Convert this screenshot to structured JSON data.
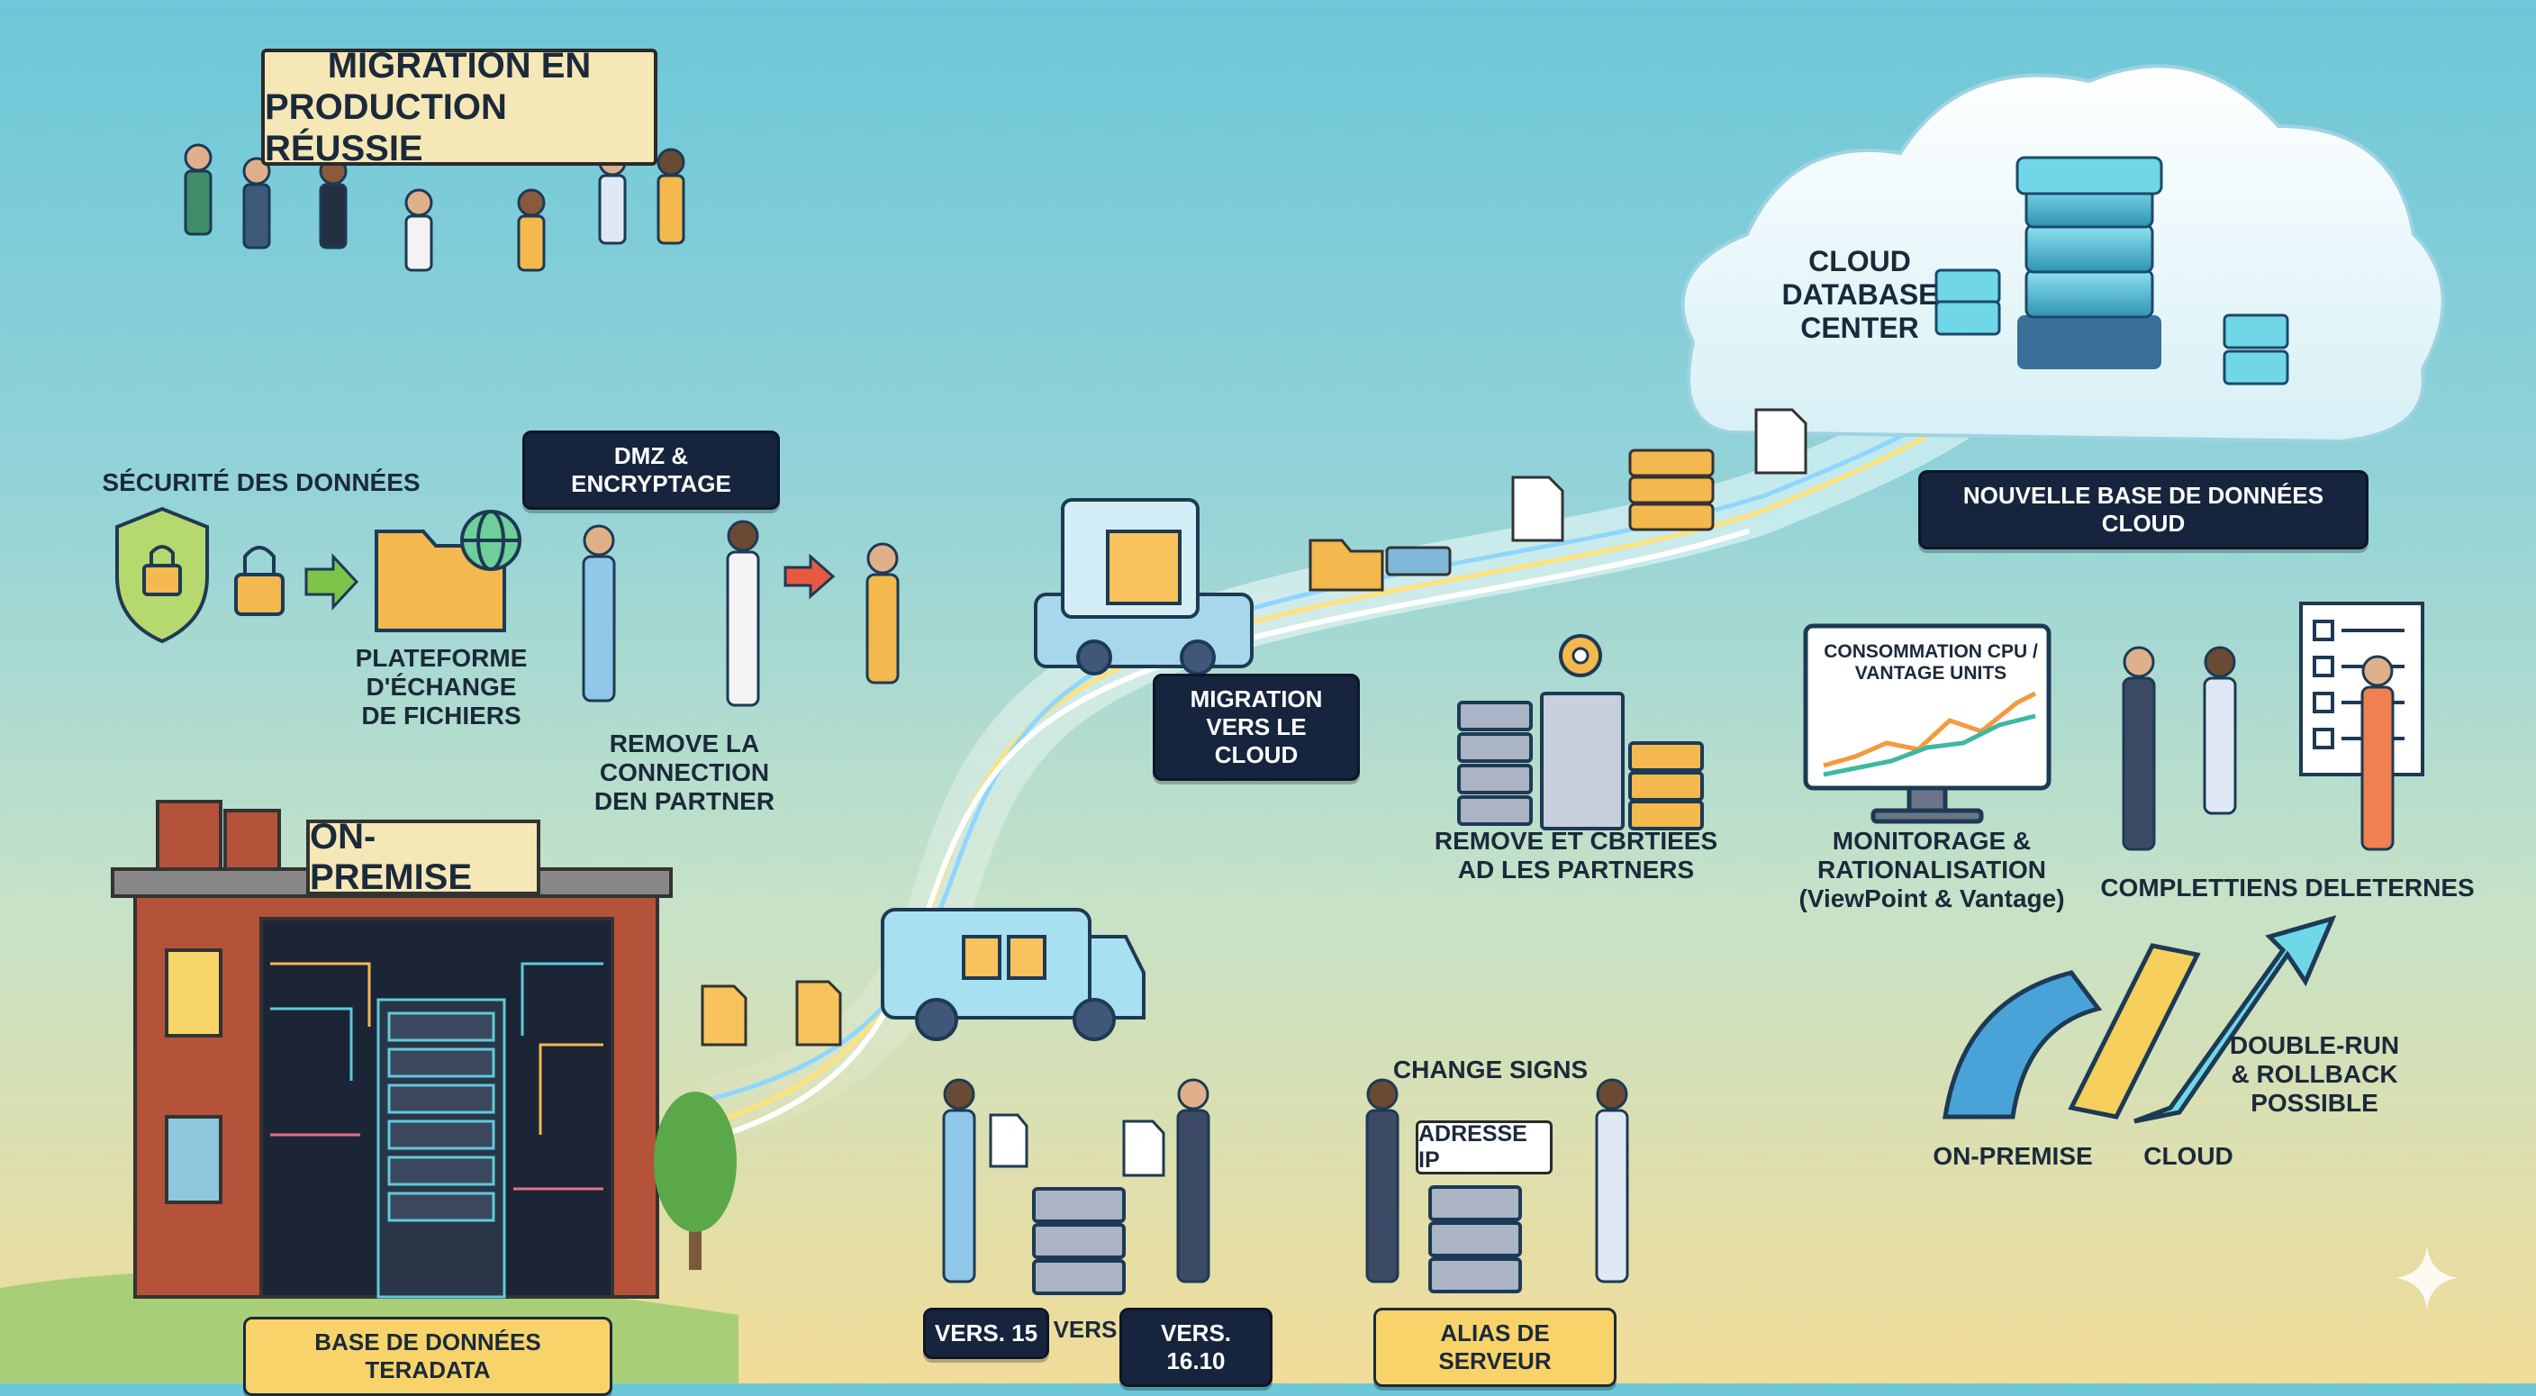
{
  "banner": {
    "line1": "MIGRATION EN",
    "line2": "PRODUCTION RÉUSSIE"
  },
  "security": {
    "title": "SÉCURITÉ DES DONNÉES",
    "platform_line1": "PLATEFORME",
    "platform_line2": "D'ÉCHANGE",
    "platform_line3": "DE FICHIERS"
  },
  "dmz": {
    "label": "DMZ & ENCRYPTAGE"
  },
  "partner": {
    "line1": "REMOVE LA CONNECTION",
    "line2": "DEN PARTNER"
  },
  "migration": {
    "line1": "MIGRATION",
    "line2": "VERS LE CLOUD"
  },
  "cloud": {
    "line1": "CLOUD",
    "line2": "DATABASE",
    "line3": "CENTER",
    "db_label": "NOUVELLE BASE DE DONNÉES CLOUD"
  },
  "on_premise": {
    "sign": "ON-PREMISE",
    "db_label": "BASE DE DONNÉES TERADATA"
  },
  "partners_servers": {
    "line1": "REMOVE ET CBRTIEES",
    "line2": "AD LES PARTNERS"
  },
  "monitoring": {
    "screen_line1": "CONSOMMATION CPU /",
    "screen_line2": "VANTAGE UNITS",
    "line1": "MONITORAGE &",
    "line2": "RATIONALISATION",
    "line3": "(ViewPoint & Vantage)"
  },
  "completion": {
    "label": "COMPLETTIENS DELETERNES"
  },
  "double_run": {
    "line1": "DOUBLE-RUN",
    "line2": "& ROLLBACK",
    "line3": "POSSIBLE",
    "left_label": "ON-PREMISE",
    "right_label": "CLOUD"
  },
  "versions": {
    "from": "VERS. 15",
    "middle": "VERS",
    "to": "VERS. 16.10"
  },
  "alias": {
    "top": "CHANGE SIGNS",
    "ip": "ADRESSE IP",
    "label": "ALIAS DE SERVEUR"
  },
  "colors": {
    "sky_top": "#6cc7d8",
    "ground": "#f1dc98",
    "pill_dark": "#16243d",
    "pill_yellow": "#f8d36a",
    "brick": "#b4533a",
    "server_teal": "#3fb8c8"
  },
  "icons": [
    "shield-lock-icon",
    "padlock-icon",
    "folder-icon",
    "globe-icon",
    "truck-icon",
    "van-icon",
    "server-rack-icon",
    "cloud-icon",
    "gear-icon",
    "monitor-icon",
    "checklist-icon",
    "document-icon",
    "sparkle-icon"
  ]
}
